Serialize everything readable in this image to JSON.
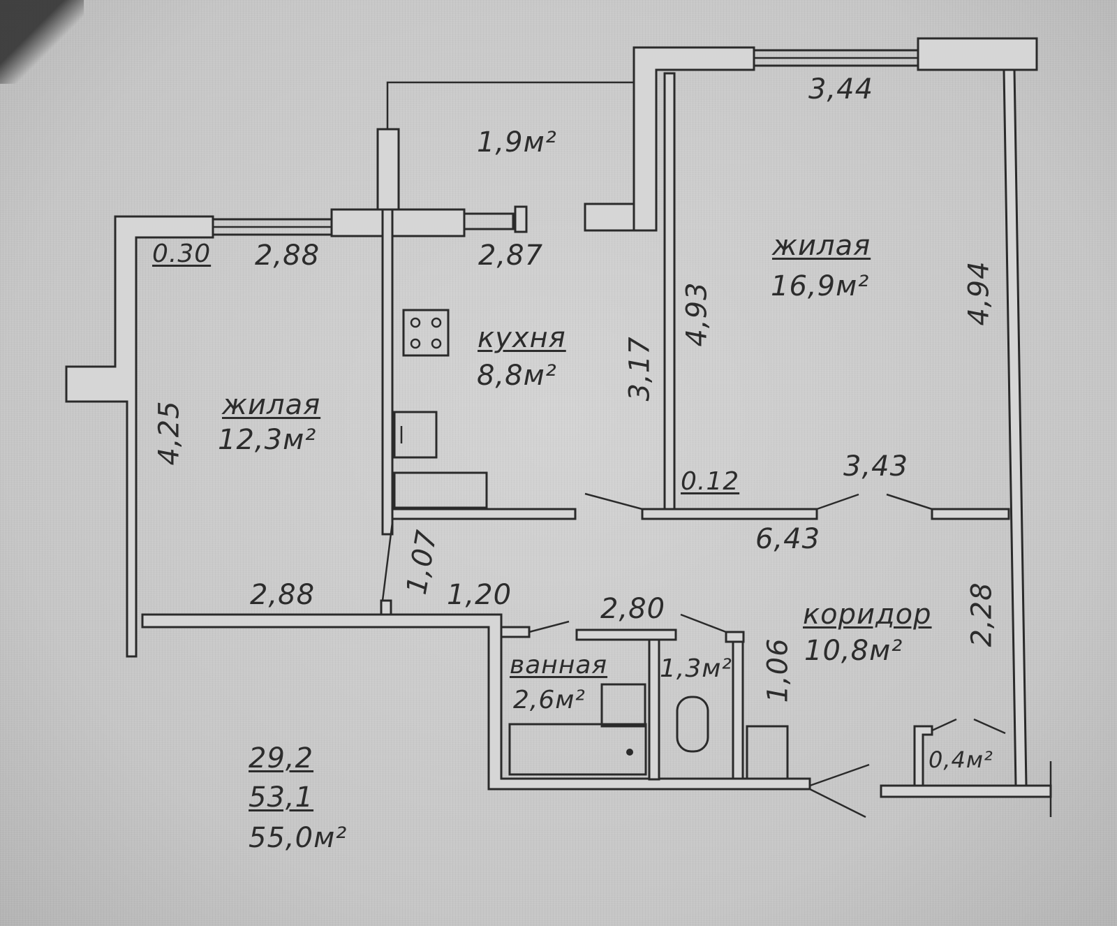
{
  "rooms": {
    "balcony": {
      "area": "1,9м²"
    },
    "living_small": {
      "name": "жилая",
      "area": "12,3м²"
    },
    "kitchen": {
      "name": "кухня",
      "area": "8,8м²"
    },
    "living_large": {
      "name": "жилая",
      "area": "16,9м²"
    },
    "corridor": {
      "name": "коридор",
      "area": "10,8м²"
    },
    "bathroom": {
      "name": "ванная",
      "area": "2,6м²"
    },
    "toilet": {
      "area": "1,3м²"
    },
    "closet": {
      "area": "0,4м²"
    }
  },
  "dimensions": {
    "top_right_width": "3,44",
    "small_offset_left": "0.30",
    "small_room_width_top": "2,88",
    "kitchen_width_top": "2,87",
    "large_room_height_left": "4,93",
    "large_room_height_right": "4,94",
    "kitchen_height": "3,17",
    "small_room_height": "4,25",
    "wall_offset": "0.12",
    "large_room_width_bottom": "3,43",
    "corridor_length": "6,43",
    "kitchen_door": "1,07",
    "small_room_width_bottom": "2,88",
    "corridor_segment": "1,20",
    "bath_block_width": "2,80",
    "toilet_depth": "1,06",
    "corridor_width_right": "2,28"
  },
  "totals": {
    "living_area": "29,2",
    "usable_area": "53,1",
    "total_area": "55,0м²"
  },
  "colors": {
    "ink": "#2c2c2c",
    "paper": "#c9c9c9"
  }
}
